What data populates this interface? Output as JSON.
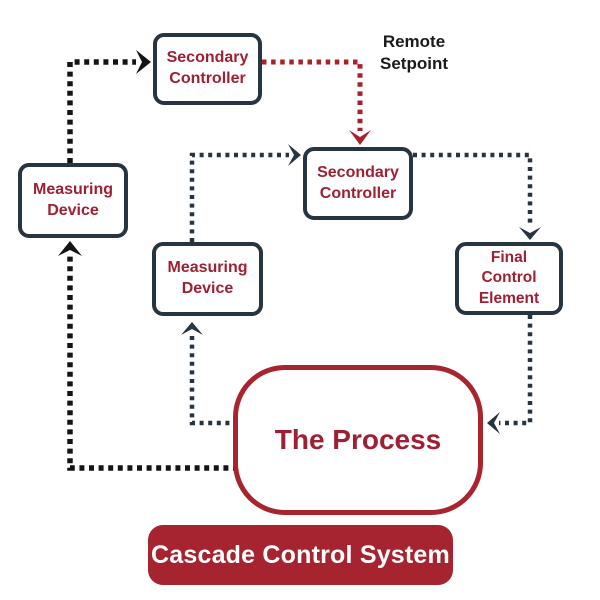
{
  "diagram": {
    "title": "Cascade Control System",
    "type": "control-loop-block-diagram"
  },
  "nodes": {
    "secondary_controller_top": {
      "label": "Secondary\nController"
    },
    "secondary_controller_mid": {
      "label": "Secondary\nController"
    },
    "measuring_device_left": {
      "label": "Measuring\nDevice"
    },
    "measuring_device_mid": {
      "label": "Measuring\nDevice"
    },
    "final_control_element": {
      "label": "Final\nControl\nElement"
    },
    "process": {
      "label": "The Process"
    }
  },
  "annotations": {
    "remote_setpoint": "Remote\nSetpoint"
  },
  "banner": {
    "label": "Cascade Control System"
  },
  "flows": [
    {
      "name": "measured-value-to-primary-controller",
      "from": "measuring_device_left",
      "to": "secondary_controller_top",
      "style": "black-dotted"
    },
    {
      "name": "remote-setpoint-signal",
      "from": "secondary_controller_top",
      "to": "secondary_controller_mid",
      "style": "red-dotted"
    },
    {
      "name": "measured-value-to-secondary-controller",
      "from": "measuring_device_mid",
      "to": "secondary_controller_mid",
      "style": "navy-dotted"
    },
    {
      "name": "controller-output-to-final-control-element",
      "from": "secondary_controller_mid",
      "to": "final_control_element",
      "style": "navy-dotted"
    },
    {
      "name": "final-control-element-to-process",
      "from": "final_control_element",
      "to": "process",
      "style": "navy-dotted"
    },
    {
      "name": "process-to-inner-measuring-device",
      "from": "process",
      "to": "measuring_device_mid",
      "style": "navy-dotted"
    },
    {
      "name": "process-to-outer-measuring-device",
      "from": "process",
      "to": "measuring_device_left",
      "style": "black-dotted"
    }
  ],
  "colors": {
    "node_border_navy": "#273442",
    "label_red": "#9e2032",
    "process_border_red": "#a8242f",
    "banner_red": "#a5242f",
    "line_black": "#141414",
    "line_navy": "#273442",
    "line_red": "#a8222e",
    "background": "#ffffff",
    "banner_text": "#ffffff",
    "annotation_text": "#1a1a1a"
  }
}
